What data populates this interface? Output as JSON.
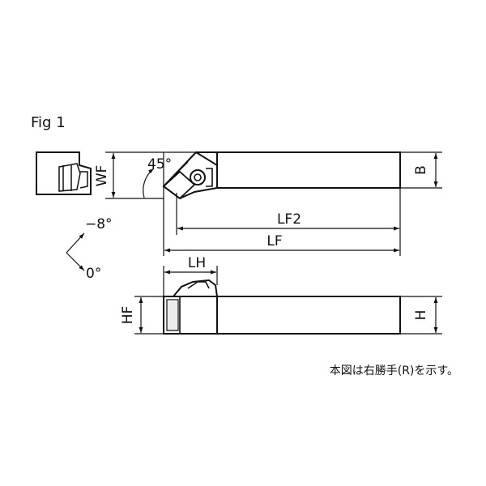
{
  "figure": {
    "label": "Fig 1",
    "note": "本図は右勝手(R)を示す。"
  },
  "dimensions": {
    "wf": "WF",
    "b": "B",
    "lf2": "LF2",
    "lf": "LF",
    "lh": "LH",
    "hf": "HF",
    "h": "H"
  },
  "angles": {
    "approach": "45°",
    "rake_negative": "−8°",
    "rake_zero": "0°"
  }
}
